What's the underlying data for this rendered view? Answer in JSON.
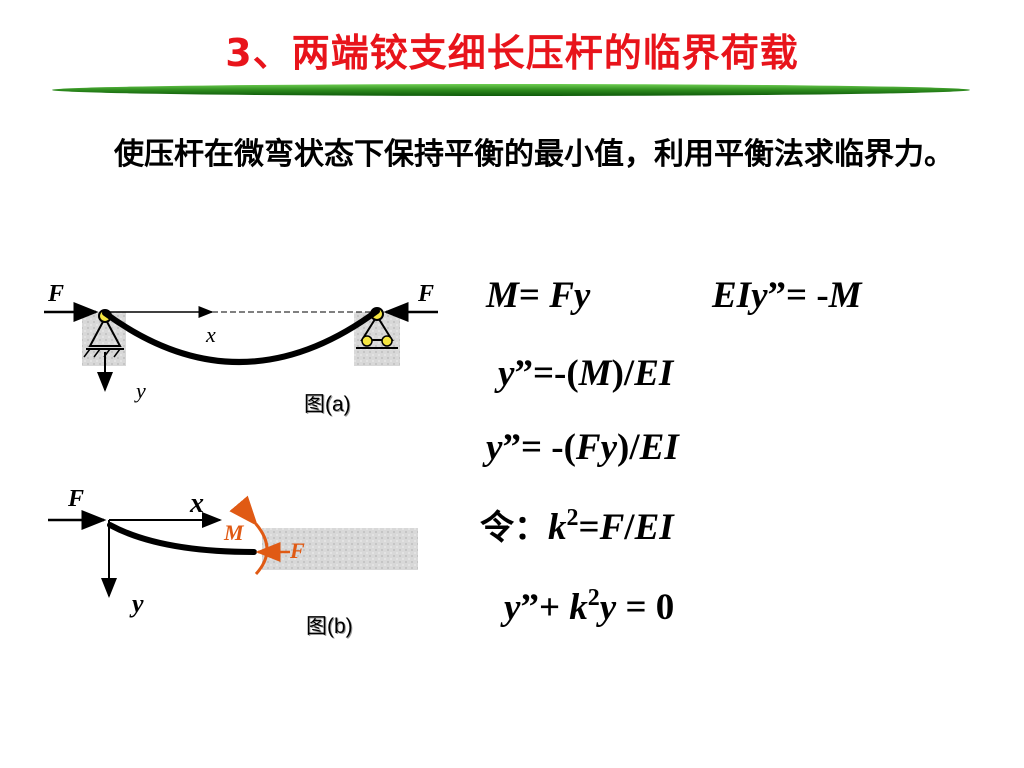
{
  "title": "3、两端铰支细长压杆的临界荷载",
  "paragraph": "使压杆在微弯状态下保持平衡的最小值，利用平衡法求临界力。",
  "equations": {
    "eq1": {
      "M": "M",
      "eq": "= ",
      "Fy": "Fy"
    },
    "eq2": {
      "EIy": "EIy",
      "rest": "”= -",
      "M": "M"
    },
    "eq3": {
      "y": "y",
      "mid": "”=-(",
      "M": "M",
      "end": ")/",
      "EI": "EI"
    },
    "eq4": {
      "y": "y",
      "mid": "”= -(",
      "Fy": "Fy",
      "end": ")/",
      "EI": "EI"
    },
    "eq5": {
      "ling": "令：",
      "k": "k",
      "exp": "2",
      "eq": "=",
      "F": "F",
      "slash": "/",
      "EI": "EI"
    },
    "eq6": {
      "y": "y",
      "mid": "”+ ",
      "k": "k",
      "exp": "2",
      "y2": "y",
      "end": " = 0"
    }
  },
  "figure_a": {
    "F_left": "F",
    "F_right": "F",
    "x": "x",
    "y": "y",
    "caption": "图(a)"
  },
  "figure_b": {
    "F": "F",
    "x": "x",
    "y": "y",
    "M": "M",
    "F_red": "F",
    "caption": "图(b)"
  },
  "colors": {
    "title": "#e8141b",
    "title_bar": "#2e8b1e",
    "moment": "#e05a14",
    "support": "#bdbdbd"
  }
}
